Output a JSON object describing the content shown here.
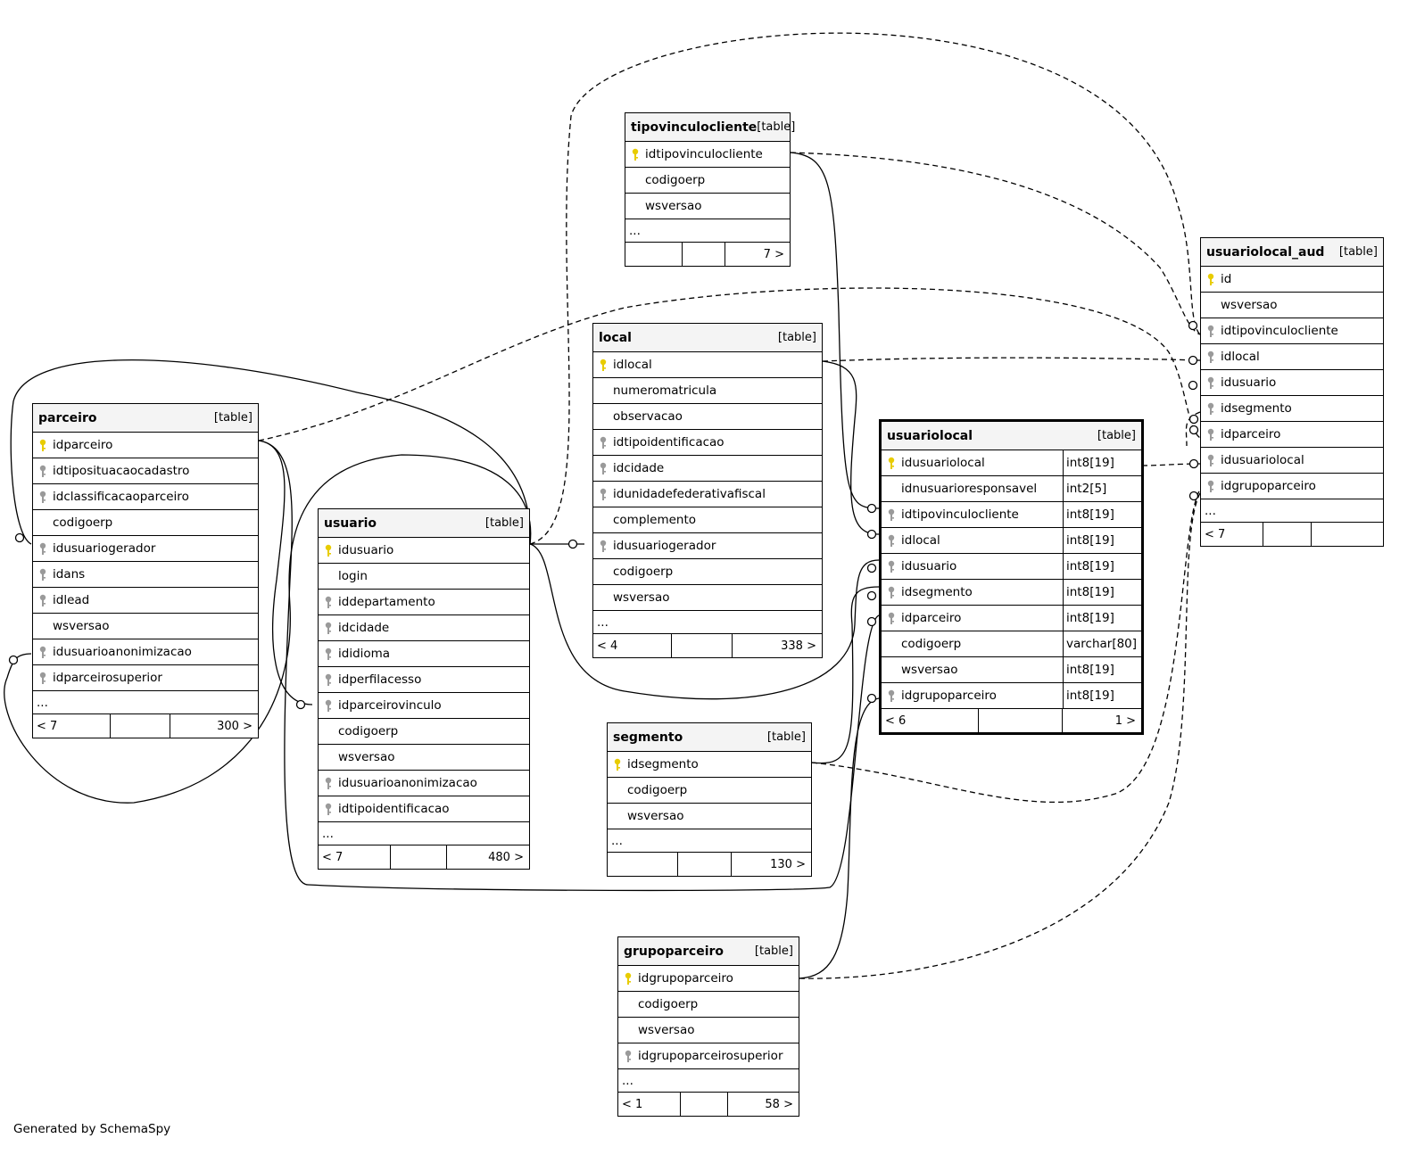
{
  "footer_text": "Generated by SchemaSpy",
  "colors": {
    "pk_key": "#e8cc00",
    "fk_key": "#9a9a9a",
    "header_bg": "#f4f4f4"
  },
  "tables": {
    "tipovinculocliente": {
      "name": "tipovinculocliente",
      "type": "[table]",
      "columns": [
        {
          "name": "idtipovinculocliente",
          "key": "pk"
        },
        {
          "name": "codigoerp",
          "key": ""
        },
        {
          "name": "wsversao",
          "key": ""
        }
      ],
      "more": "...",
      "footer": {
        "left": "",
        "right": "7 >"
      }
    },
    "local": {
      "name": "local",
      "type": "[table]",
      "columns": [
        {
          "name": "idlocal",
          "key": "pk"
        },
        {
          "name": "numeromatricula",
          "key": ""
        },
        {
          "name": "observacao",
          "key": ""
        },
        {
          "name": "idtipoidentificacao",
          "key": "fk"
        },
        {
          "name": "idcidade",
          "key": "fk"
        },
        {
          "name": "idunidadefederativafiscal",
          "key": "fk"
        },
        {
          "name": "complemento",
          "key": ""
        },
        {
          "name": "idusuariogerador",
          "key": "fk"
        },
        {
          "name": "codigoerp",
          "key": ""
        },
        {
          "name": "wsversao",
          "key": ""
        }
      ],
      "more": "...",
      "footer": {
        "left": "< 4",
        "right": "338 >"
      }
    },
    "parceiro": {
      "name": "parceiro",
      "type": "[table]",
      "columns": [
        {
          "name": "idparceiro",
          "key": "pk"
        },
        {
          "name": "idtiposituacaocadastro",
          "key": "fk"
        },
        {
          "name": "idclassificacaoparceiro",
          "key": "fk"
        },
        {
          "name": "codigoerp",
          "key": ""
        },
        {
          "name": "idusuariogerador",
          "key": "fk"
        },
        {
          "name": "idans",
          "key": "fk"
        },
        {
          "name": "idlead",
          "key": "fk"
        },
        {
          "name": "wsversao",
          "key": ""
        },
        {
          "name": "idusuarioanonimizacao",
          "key": "fk"
        },
        {
          "name": "idparceirosuperior",
          "key": "fk"
        }
      ],
      "more": "...",
      "footer": {
        "left": "< 7",
        "right": "300 >"
      }
    },
    "usuario": {
      "name": "usuario",
      "type": "[table]",
      "columns": [
        {
          "name": "idusuario",
          "key": "pk"
        },
        {
          "name": "login",
          "key": ""
        },
        {
          "name": "iddepartamento",
          "key": "fk"
        },
        {
          "name": "idcidade",
          "key": "fk"
        },
        {
          "name": "ididioma",
          "key": "fk"
        },
        {
          "name": "idperfilacesso",
          "key": "fk"
        },
        {
          "name": "idparceirovinculo",
          "key": "fk"
        },
        {
          "name": "codigoerp",
          "key": ""
        },
        {
          "name": "wsversao",
          "key": ""
        },
        {
          "name": "idusuarioanonimizacao",
          "key": "fk"
        },
        {
          "name": "idtipoidentificacao",
          "key": "fk"
        }
      ],
      "more": "...",
      "footer": {
        "left": "< 7",
        "right": "480 >"
      }
    },
    "usuariolocal": {
      "name": "usuariolocal",
      "type": "[table]",
      "columns": [
        {
          "name": "idusuariolocal",
          "key": "pk",
          "type": "int8[19]"
        },
        {
          "name": "idnusuarioresponsavel",
          "key": "",
          "type": "int2[5]"
        },
        {
          "name": "idtipovinculocliente",
          "key": "fk",
          "type": "int8[19]"
        },
        {
          "name": "idlocal",
          "key": "fk",
          "type": "int8[19]"
        },
        {
          "name": "idusuario",
          "key": "fk",
          "type": "int8[19]"
        },
        {
          "name": "idsegmento",
          "key": "fk",
          "type": "int8[19]"
        },
        {
          "name": "idparceiro",
          "key": "fk",
          "type": "int8[19]"
        },
        {
          "name": "codigoerp",
          "key": "",
          "type": "varchar[80]"
        },
        {
          "name": "wsversao",
          "key": "",
          "type": "int8[19]"
        },
        {
          "name": "idgrupoparceiro",
          "key": "fk",
          "type": "int8[19]"
        }
      ],
      "footer": {
        "left": "< 6",
        "right": "1 >"
      }
    },
    "segmento": {
      "name": "segmento",
      "type": "[table]",
      "columns": [
        {
          "name": "idsegmento",
          "key": "pk"
        },
        {
          "name": "codigoerp",
          "key": ""
        },
        {
          "name": "wsversao",
          "key": ""
        }
      ],
      "more": "...",
      "footer": {
        "left": "",
        "right": "130 >"
      }
    },
    "grupoparceiro": {
      "name": "grupoparceiro",
      "type": "[table]",
      "columns": [
        {
          "name": "idgrupoparceiro",
          "key": "pk"
        },
        {
          "name": "codigoerp",
          "key": ""
        },
        {
          "name": "wsversao",
          "key": ""
        },
        {
          "name": "idgrupoparceirosuperior",
          "key": "fk"
        }
      ],
      "more": "...",
      "footer": {
        "left": "< 1",
        "right": "58 >"
      }
    },
    "usuariolocal_aud": {
      "name": "usuariolocal_aud",
      "type": "[table]",
      "columns": [
        {
          "name": "id",
          "key": "pk"
        },
        {
          "name": "wsversao",
          "key": ""
        },
        {
          "name": "idtipovinculocliente",
          "key": "fk"
        },
        {
          "name": "idlocal",
          "key": "fk"
        },
        {
          "name": "idusuario",
          "key": "fk"
        },
        {
          "name": "idsegmento",
          "key": "fk"
        },
        {
          "name": "idparceiro",
          "key": "fk"
        },
        {
          "name": "idusuariolocal",
          "key": "fk"
        },
        {
          "name": "idgrupoparceiro",
          "key": "fk"
        }
      ],
      "more": "...",
      "footer": {
        "left": "< 7",
        "right": ""
      }
    }
  }
}
